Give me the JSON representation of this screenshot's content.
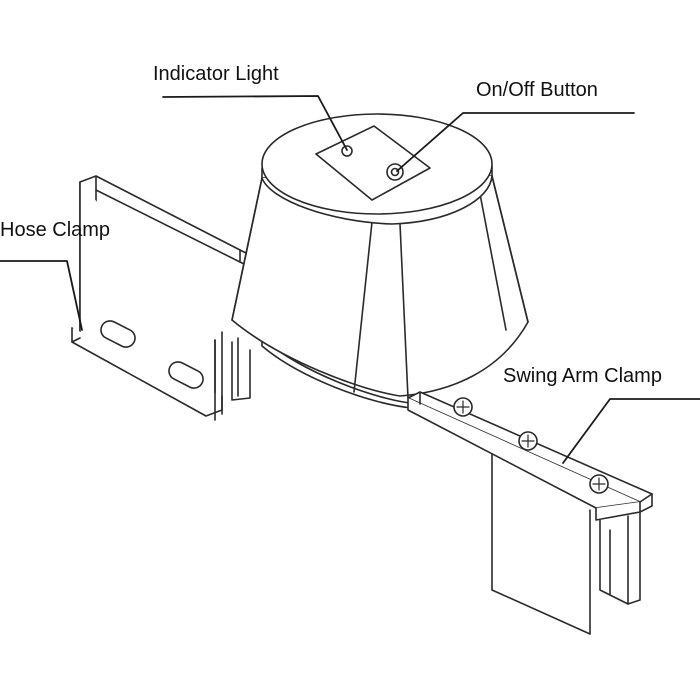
{
  "labels": {
    "indicator_light": "Indicator Light",
    "on_off_button": "On/Off Button",
    "hose_clamp": "Hose Clamp",
    "swing_arm_clamp": "Swing Arm Clamp"
  },
  "colors": {
    "line": "#2a2a2a",
    "fill": "#ffffff",
    "shade": "#f2f2f2",
    "text": "#111111"
  }
}
